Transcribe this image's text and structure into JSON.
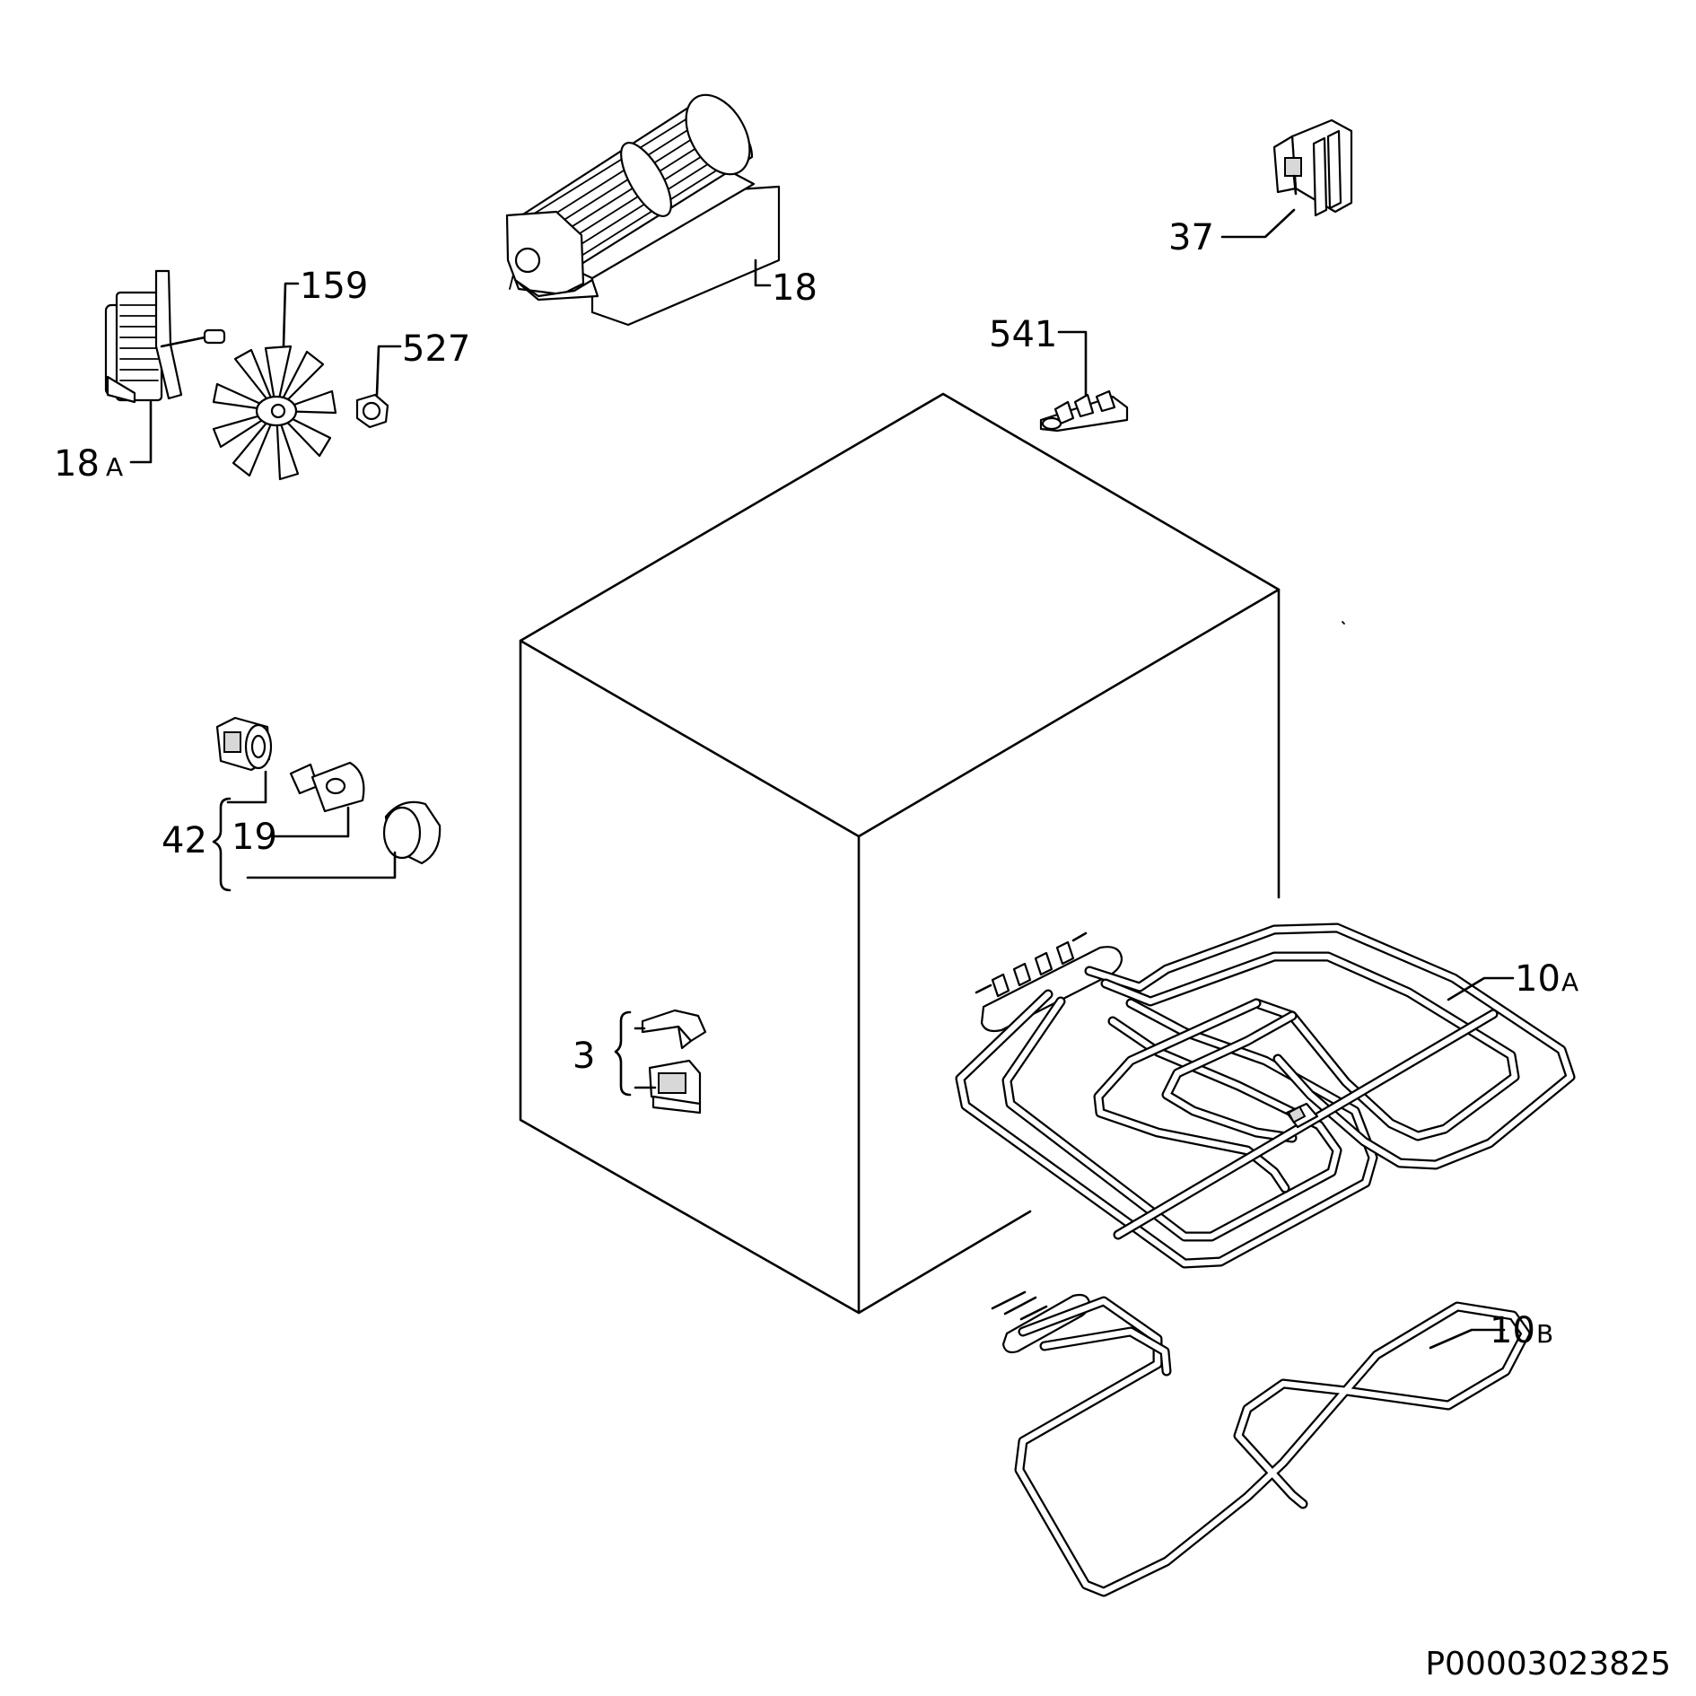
{
  "diagram": {
    "labels": {
      "p18": "18",
      "p18a_num": "18",
      "p18a_suffix": "A",
      "p159": "159",
      "p527": "527",
      "p37": "37",
      "p541": "541",
      "p42": "42",
      "p19": "19",
      "p3": "3",
      "p10a_num": "10",
      "p10a_suffix": "A",
      "p10b_num": "10",
      "p10b_suffix": "B"
    },
    "reference_code": "P00003023825"
  }
}
